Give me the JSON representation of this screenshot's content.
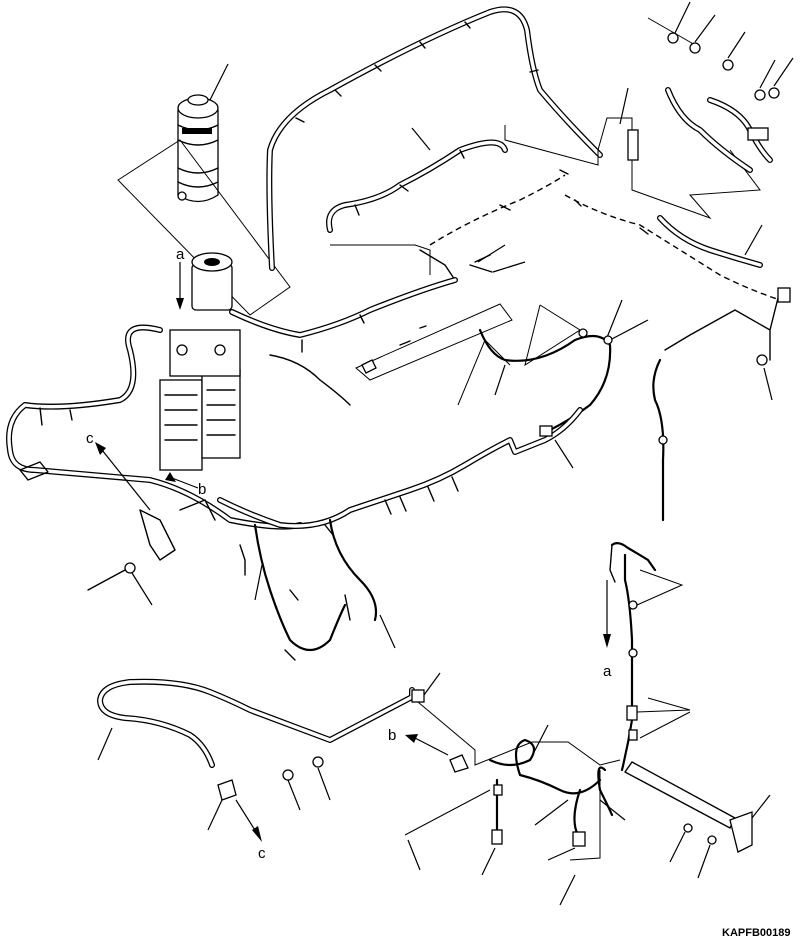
{
  "drawing": {
    "figure_code": "KAPFB00189",
    "view_labels": {
      "a": "a",
      "b": "b",
      "c": "c"
    }
  }
}
